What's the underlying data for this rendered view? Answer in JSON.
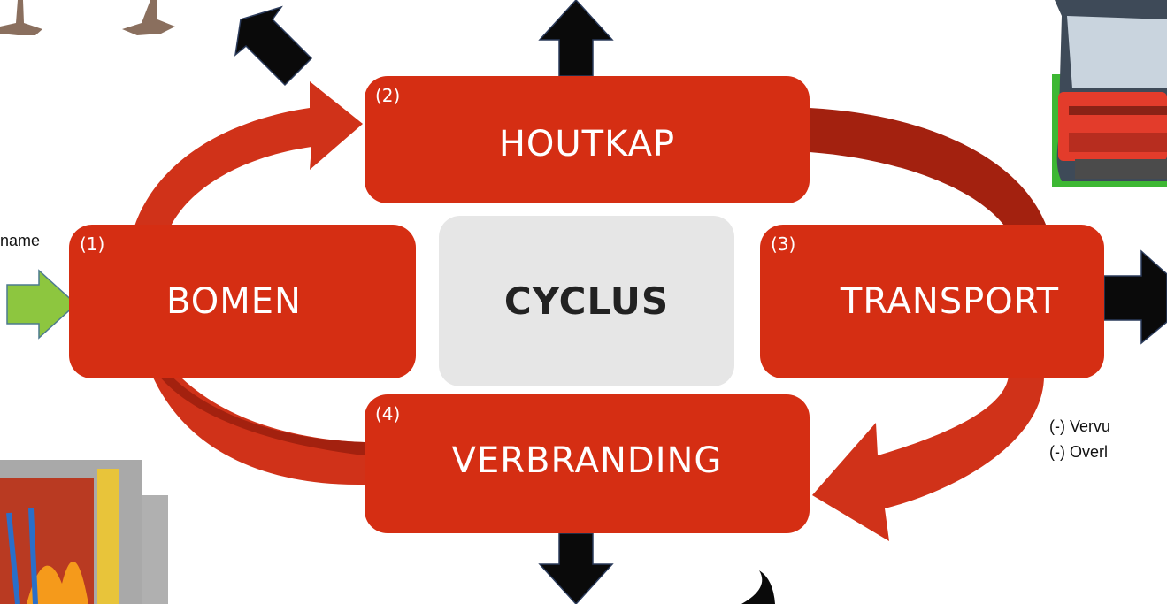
{
  "center": {
    "label": "CYCLUS"
  },
  "steps": [
    {
      "number": "(1)",
      "label": "BOMEN"
    },
    {
      "number": "(2)",
      "label": "HOUTKAP"
    },
    {
      "number": "(3)",
      "label": "TRANSPORT"
    },
    {
      "number": "(4)",
      "label": "VERBRANDING"
    }
  ],
  "side_texts": {
    "left_cut": "name",
    "right_line1": "(-) Vervu",
    "right_line2": "(-) Overl"
  },
  "colors": {
    "step_box": "#d52e13",
    "cycle_arrow": "#d03219",
    "cycle_arrow_shadow": "#a3210f",
    "center_box": "#e6e6e6",
    "input_arrow": "#8dc63f",
    "output_arrows": "#000000"
  }
}
